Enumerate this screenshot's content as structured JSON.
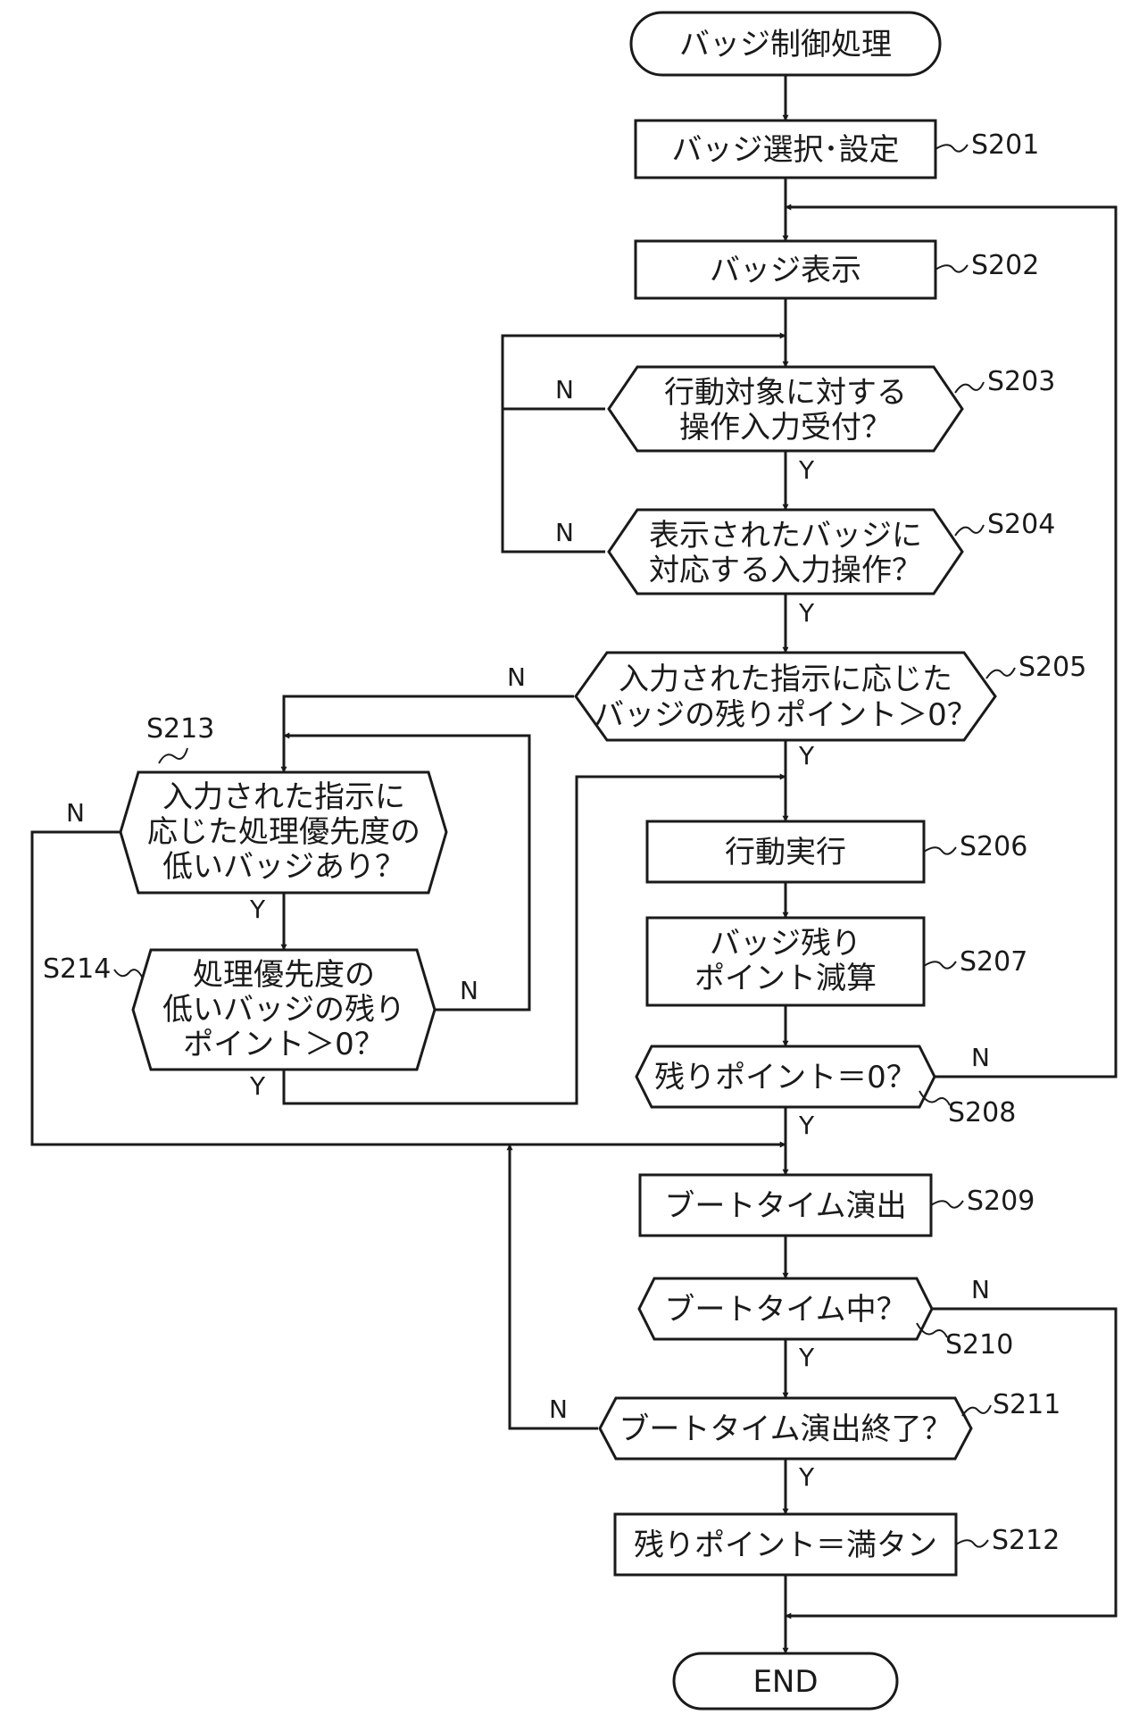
{
  "nodes": {
    "start": {
      "label": [
        "バッジ制御処理"
      ]
    },
    "s201": {
      "label": [
        "バッジ選択･設定"
      ],
      "step": "S201"
    },
    "s202": {
      "label": [
        "バッジ表示"
      ],
      "step": "S202"
    },
    "s203": {
      "label": [
        "行動対象に対する",
        "操作入力受付？"
      ],
      "step": "S203"
    },
    "s204": {
      "label": [
        "表示されたバッジに",
        "対応する入力操作？"
      ],
      "step": "S204"
    },
    "s205": {
      "label": [
        "入力された指示に応じた",
        "バッジの残りポイント＞0？"
      ],
      "step": "S205"
    },
    "s206": {
      "label": [
        "行動実行"
      ],
      "step": "S206"
    },
    "s207": {
      "label": [
        "バッジ残り",
        "ポイント減算"
      ],
      "step": "S207"
    },
    "s208": {
      "label": [
        "残りポイント＝0？"
      ],
      "step": "S208"
    },
    "s209": {
      "label": [
        "ブートタイム演出"
      ],
      "step": "S209"
    },
    "s210": {
      "label": [
        "ブートタイム中？"
      ],
      "step": "S210"
    },
    "s211": {
      "label": [
        "ブートタイム演出終了？"
      ],
      "step": "S211"
    },
    "s212": {
      "label": [
        "残りポイント＝満タン"
      ],
      "step": "S212"
    },
    "s213": {
      "label": [
        "入力された指示に",
        "応じた処理優先度の",
        "低いバッジあり？"
      ],
      "step": "S213"
    },
    "s214": {
      "label": [
        "処理優先度の",
        "低いバッジの残り",
        "ポイント＞0？"
      ],
      "step": "S214"
    },
    "end": {
      "label": [
        "END"
      ]
    }
  },
  "branch": {
    "yes": "Y",
    "no": "N"
  }
}
